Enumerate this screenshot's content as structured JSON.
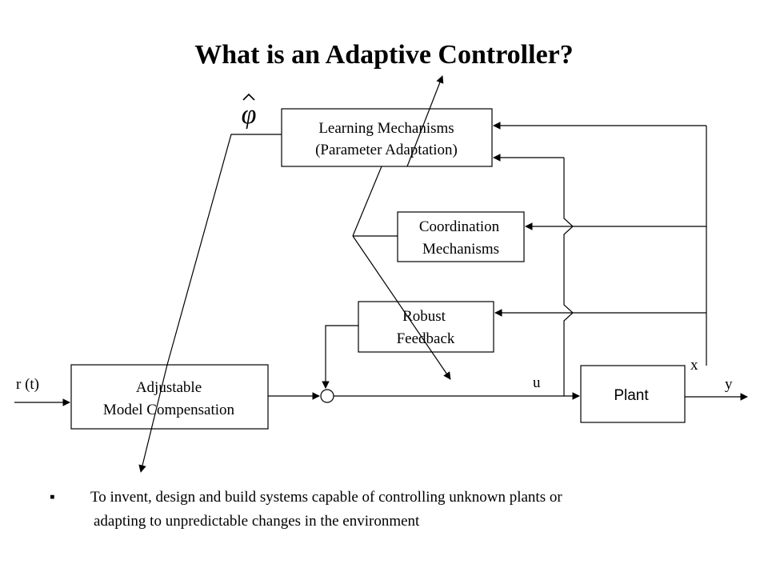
{
  "title": "What is an Adaptive Controller?",
  "phi_hat": "φ",
  "nodes": {
    "learning": [
      "Learning Mechanisms",
      "(Parameter Adaptation)"
    ],
    "coordination": [
      "Coordination",
      "Mechanisms"
    ],
    "robust": [
      "Robust",
      "Feedback"
    ],
    "adjustable": [
      "Adjustable",
      "Model Compensation"
    ],
    "plant": "Plant"
  },
  "signals": {
    "reference": "r (t)",
    "control": "u",
    "state": "x",
    "output": "y"
  },
  "bullet": {
    "symbol": "▪",
    "lines": [
      "To invent, design and build systems capable of controlling unknown plants or",
      "adapting to unpredictable changes in the environment"
    ]
  }
}
